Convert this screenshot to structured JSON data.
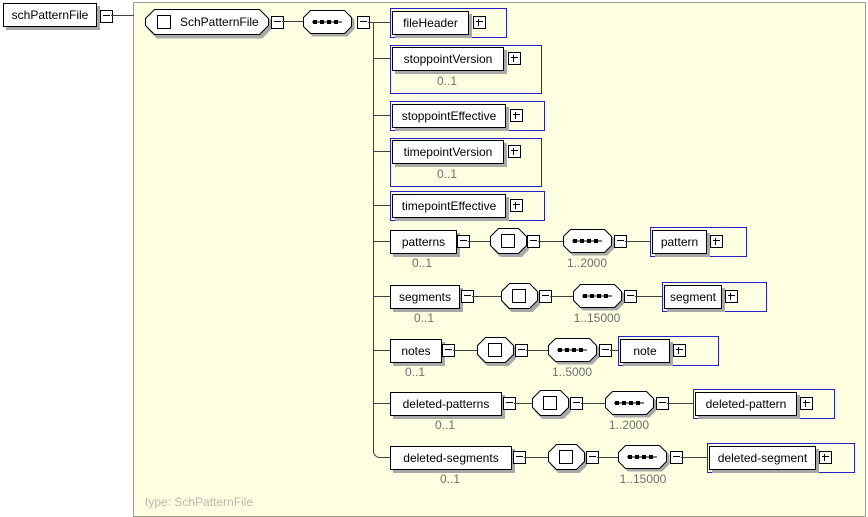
{
  "colors": {
    "panel_bg": "#ffffe1",
    "frame": "#2222cc",
    "shadow": "#a9a9a9",
    "line": "#404040",
    "occurrence_text": "#6e6e6e",
    "footer_text": "#b9b9ad"
  },
  "root": {
    "label": "schPatternFile"
  },
  "content_model": {
    "type_label": "SchPatternFile",
    "compositor": "sequence",
    "footer": "type: SchPatternFile",
    "children": [
      {
        "label": "fileHeader"
      },
      {
        "label": "stoppointVersion",
        "occurrence": "0..1"
      },
      {
        "label": "stoppointEffective"
      },
      {
        "label": "timepointVersion",
        "occurrence": "0..1"
      },
      {
        "label": "timepointEffective"
      },
      {
        "label": "patterns",
        "occurrence": "0..1",
        "child": {
          "label": "pattern",
          "occurrence": "1..2000"
        }
      },
      {
        "label": "segments",
        "occurrence": "0..1",
        "child": {
          "label": "segment",
          "occurrence": "1..15000"
        }
      },
      {
        "label": "notes",
        "occurrence": "0..1",
        "child": {
          "label": "note",
          "occurrence": "1..5000"
        }
      },
      {
        "label": "deleted-patterns",
        "occurrence": "0..1",
        "child": {
          "label": "deleted-pattern",
          "occurrence": "1..2000"
        }
      },
      {
        "label": "deleted-segments",
        "occurrence": "0..1",
        "child": {
          "label": "deleted-segment",
          "occurrence": "1..15000"
        }
      }
    ]
  }
}
